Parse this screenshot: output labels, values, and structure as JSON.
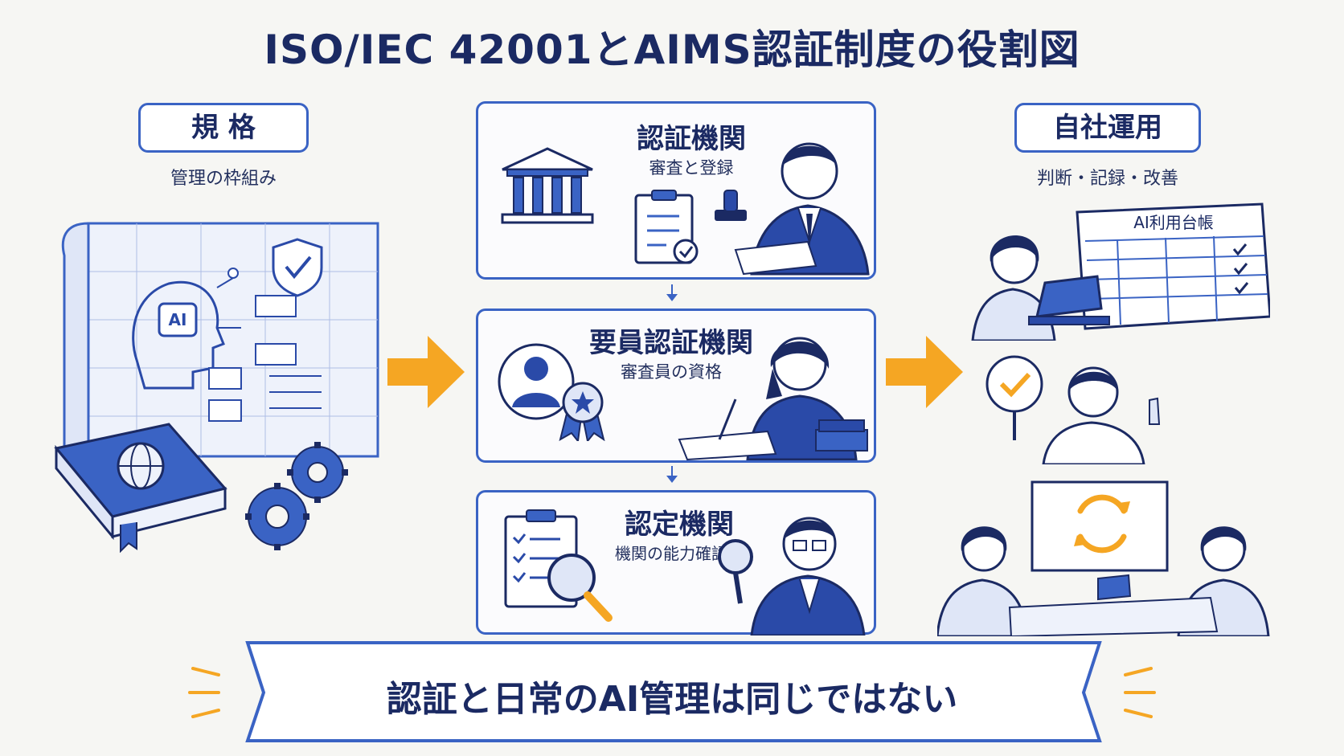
{
  "title": "ISO/IEC 42001とAIMS認証制度の役割図",
  "left": {
    "label": "規 格",
    "sub": "管理の枠組み",
    "ai_chip": "AI"
  },
  "center": {
    "panels": [
      {
        "title": "認証機関",
        "sub": "審査と登録"
      },
      {
        "title": "要員認証機関",
        "sub": "審査員の資格"
      },
      {
        "title": "認定機関",
        "sub": "機関の能力確認"
      }
    ]
  },
  "right": {
    "label": "自社運用",
    "sub": "判断・記録・改善",
    "ledger_title": "AI利用台帳"
  },
  "banner": {
    "text": "認証と日常のAI管理は同じではない"
  },
  "colors": {
    "accent_blue": "#3a63c4",
    "navy": "#1b2a63",
    "arrow_orange": "#f5a623"
  }
}
